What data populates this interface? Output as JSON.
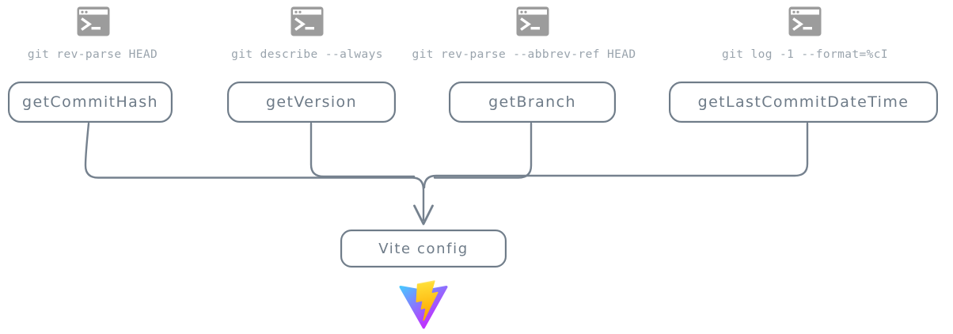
{
  "diagram": {
    "title": "git info to Vite config flow",
    "columns": [
      {
        "icon": "terminal-icon",
        "command": "git rev-parse HEAD",
        "function": "getCommitHash"
      },
      {
        "icon": "terminal-icon",
        "command": "git describe --always",
        "function": "getVersion"
      },
      {
        "icon": "terminal-icon",
        "command": "git rev-parse --abbrev-ref HEAD",
        "function": "getBranch"
      },
      {
        "icon": "terminal-icon",
        "command": "git log -1 --format=%cI",
        "function": "getLastCommitDateTime"
      }
    ],
    "target": {
      "label": "Vite config",
      "logo": "vite-logo"
    }
  },
  "colors": {
    "connector": "#75818e",
    "box_border": "#6e7b88",
    "box_text": "#6e7b88",
    "command_text": "#9aa4ad",
    "terminal_icon_gray": "#9c9c9c",
    "vite_v_gradient_start": "#41d1ff",
    "vite_v_gradient_end": "#bd34fe",
    "vite_bolt_gradient_start": "#ffea83",
    "vite_bolt_gradient_mid": "#ffdd35",
    "vite_bolt_gradient_end": "#ffa800"
  }
}
